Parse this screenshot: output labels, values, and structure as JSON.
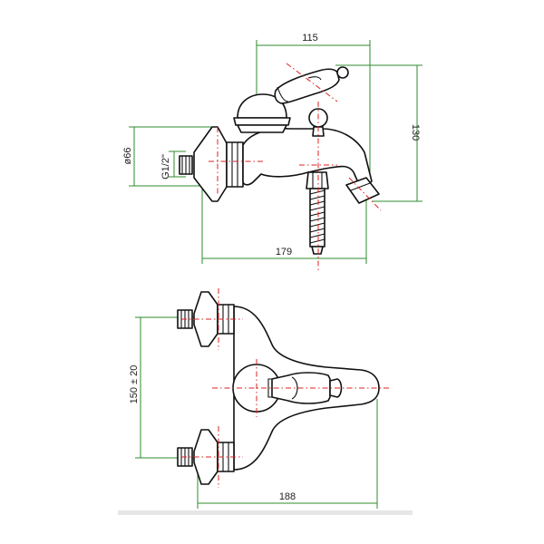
{
  "colors": {
    "dimension_line": "#2e8b2e",
    "center_line": "#e02020",
    "outline": "#111111",
    "background": "#ffffff"
  },
  "dimensions": {
    "top_width": "115",
    "height": "130",
    "flange_diameter": "ø66",
    "thread": "G1/2\"",
    "overall_length": "179",
    "inlet_centers": "150 ± 20",
    "overall_width": "188"
  }
}
